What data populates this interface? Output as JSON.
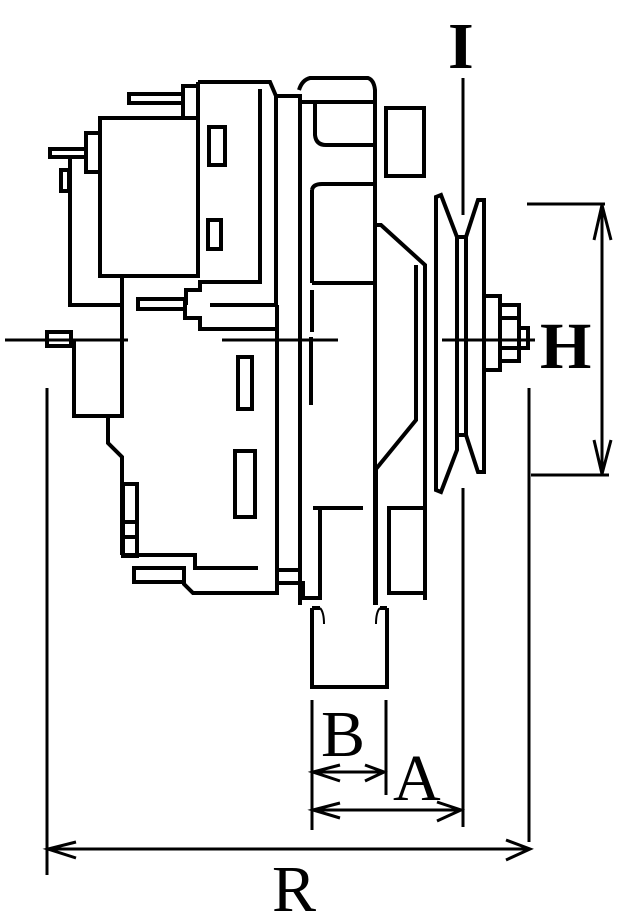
{
  "diagram": {
    "subject": "Alternator side-view technical drawing with dimension callouts",
    "line_color": "#000000",
    "background": "#ffffff",
    "dimension_labels": {
      "I": "I",
      "H": "H",
      "B": "B",
      "A": "A",
      "R": "R"
    }
  }
}
